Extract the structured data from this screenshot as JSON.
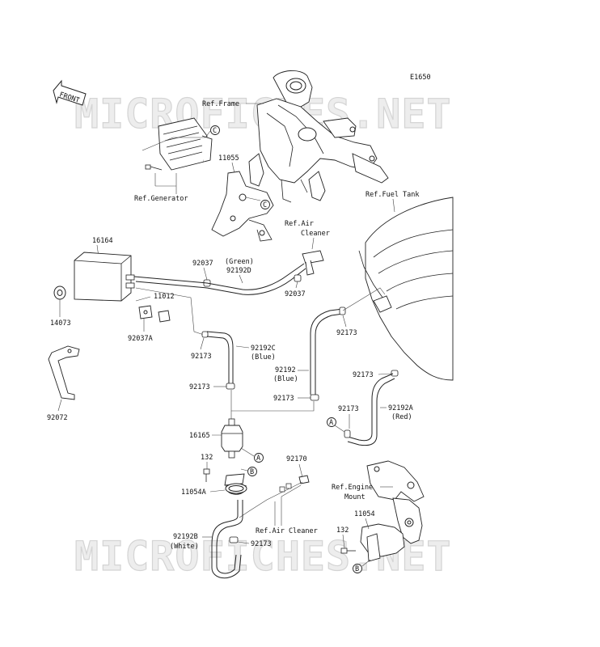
{
  "diagram": {
    "code": "E1650",
    "watermark": "MICROFICHES.NET",
    "front_label": "FRONT",
    "labels": {
      "ref_frame": "Ref.Frame",
      "ref_generator": "Ref.Generator",
      "ref_fuel_tank": "Ref.Fuel Tank",
      "ref_air_cleaner_top_1": "Ref.Air",
      "ref_air_cleaner_top_2": "Cleaner",
      "ref_air_cleaner_bottom": "Ref.Air Cleaner",
      "ref_engine_mount_1": "Ref.Engine",
      "ref_engine_mount_2": "Mount",
      "p11055": "11055",
      "p16164": "16164",
      "p92037_a": "92037",
      "p92037_b": "92037",
      "green": "(Green)",
      "p92192D": "92192D",
      "p11012": "11012",
      "p14073": "14073",
      "p92037A": "92037A",
      "p92173_a": "92173",
      "p92192C": "92192C",
      "blue_a": "(Blue)",
      "p92173_b": "92173",
      "p92192": "92192",
      "blue_b": "(Blue)",
      "p92173_c": "92173",
      "p92173_d": "92173",
      "p92173_e": "92173",
      "p92192A": "92192A",
      "red": "(Red)",
      "p92072": "92072",
      "p16165": "16165",
      "p132_a": "132",
      "p11054A": "11054A",
      "p92170": "92170",
      "p92192B": "92192B",
      "white": "(White)",
      "p92173_f": "92173",
      "p11054": "11054",
      "p132_b": "132",
      "circle_C_1": "C",
      "circle_C_2": "C",
      "circle_A_1": "A",
      "circle_A_2": "A",
      "circle_B_1": "B",
      "circle_B_2": "B"
    }
  }
}
